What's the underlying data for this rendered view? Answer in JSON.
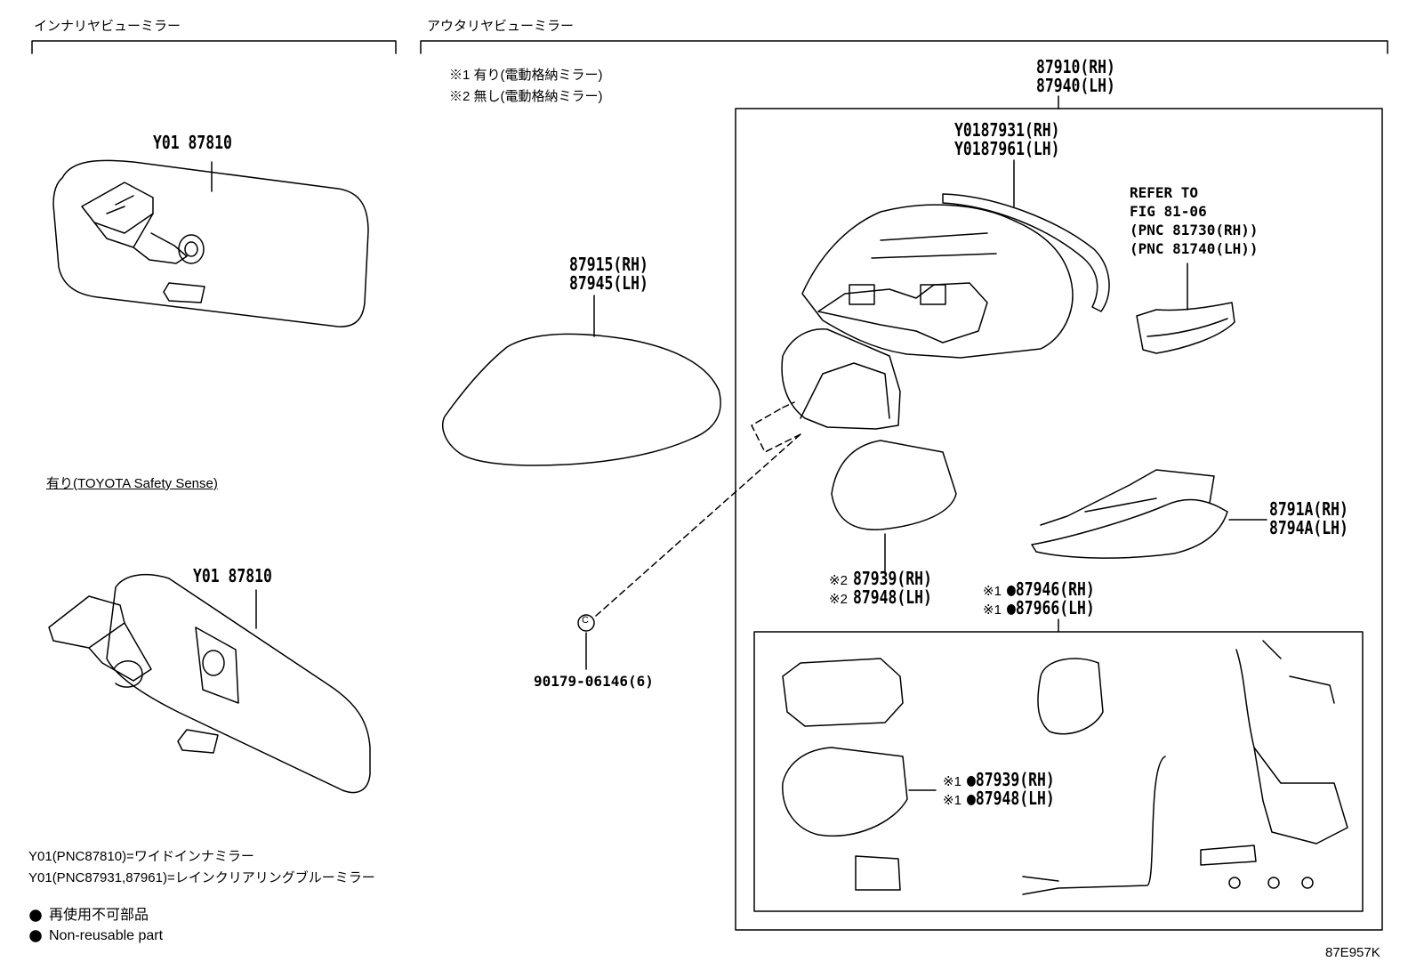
{
  "sections": {
    "inner_mirror_header": "インナリヤビューミラー",
    "outer_mirror_header": "アウタリヤビューミラー"
  },
  "legend_notes": {
    "note1": "※1 有り(電動格納ミラー)",
    "note2": "※2 無し(電動格納ミラー)"
  },
  "inner_mirror": {
    "upper_part": "Y01 87810",
    "tss_caption": "有り(TOYOTA Safety Sense)",
    "lower_part": "Y01 87810",
    "footnote1": "Y01(PNC87810)=ワイドインナミラー",
    "footnote2": "Y01(PNC87931,87961)=レインクリアリングブルーミラー"
  },
  "cover": {
    "rh": "87915(RH)",
    "lh": "87945(LH)"
  },
  "clip": {
    "part": "90179-06146(6)"
  },
  "outer_assy": {
    "rh": "87910(RH)",
    "lh": "87940(LH)"
  },
  "mirror_glass": {
    "rh": "Y0187931(RH)",
    "lh": "Y0187961(LH)"
  },
  "refer": {
    "line1": "REFER TO",
    "line2": "FIG 81-06",
    "line3": "(PNC 81730(RH))",
    "line4": "(PNC 81740(LH))"
  },
  "lamp": {
    "rh": "8791A(RH)",
    "lh": "8794A(LH)"
  },
  "base_cover_nofold": {
    "mark1": "※2",
    "rh": "87939(RH)",
    "mark2": "※2",
    "lh": "87948(LH)"
  },
  "retractor_kit": {
    "mark1": "※1",
    "rh": "●87946(RH)",
    "mark2": "※1",
    "lh": "●87966(LH)"
  },
  "base_cover_fold": {
    "mark1": "※1",
    "rh": "●87939(RH)",
    "mark2": "※1",
    "lh": "●87948(LH)"
  },
  "legend": {
    "bullet": "●",
    "jp": "再使用不可部品",
    "en": "Non-reusable part"
  },
  "figure_id": "87E957K",
  "clip_letter": "C",
  "colors": {
    "line": "#000000",
    "background": "#ffffff"
  }
}
